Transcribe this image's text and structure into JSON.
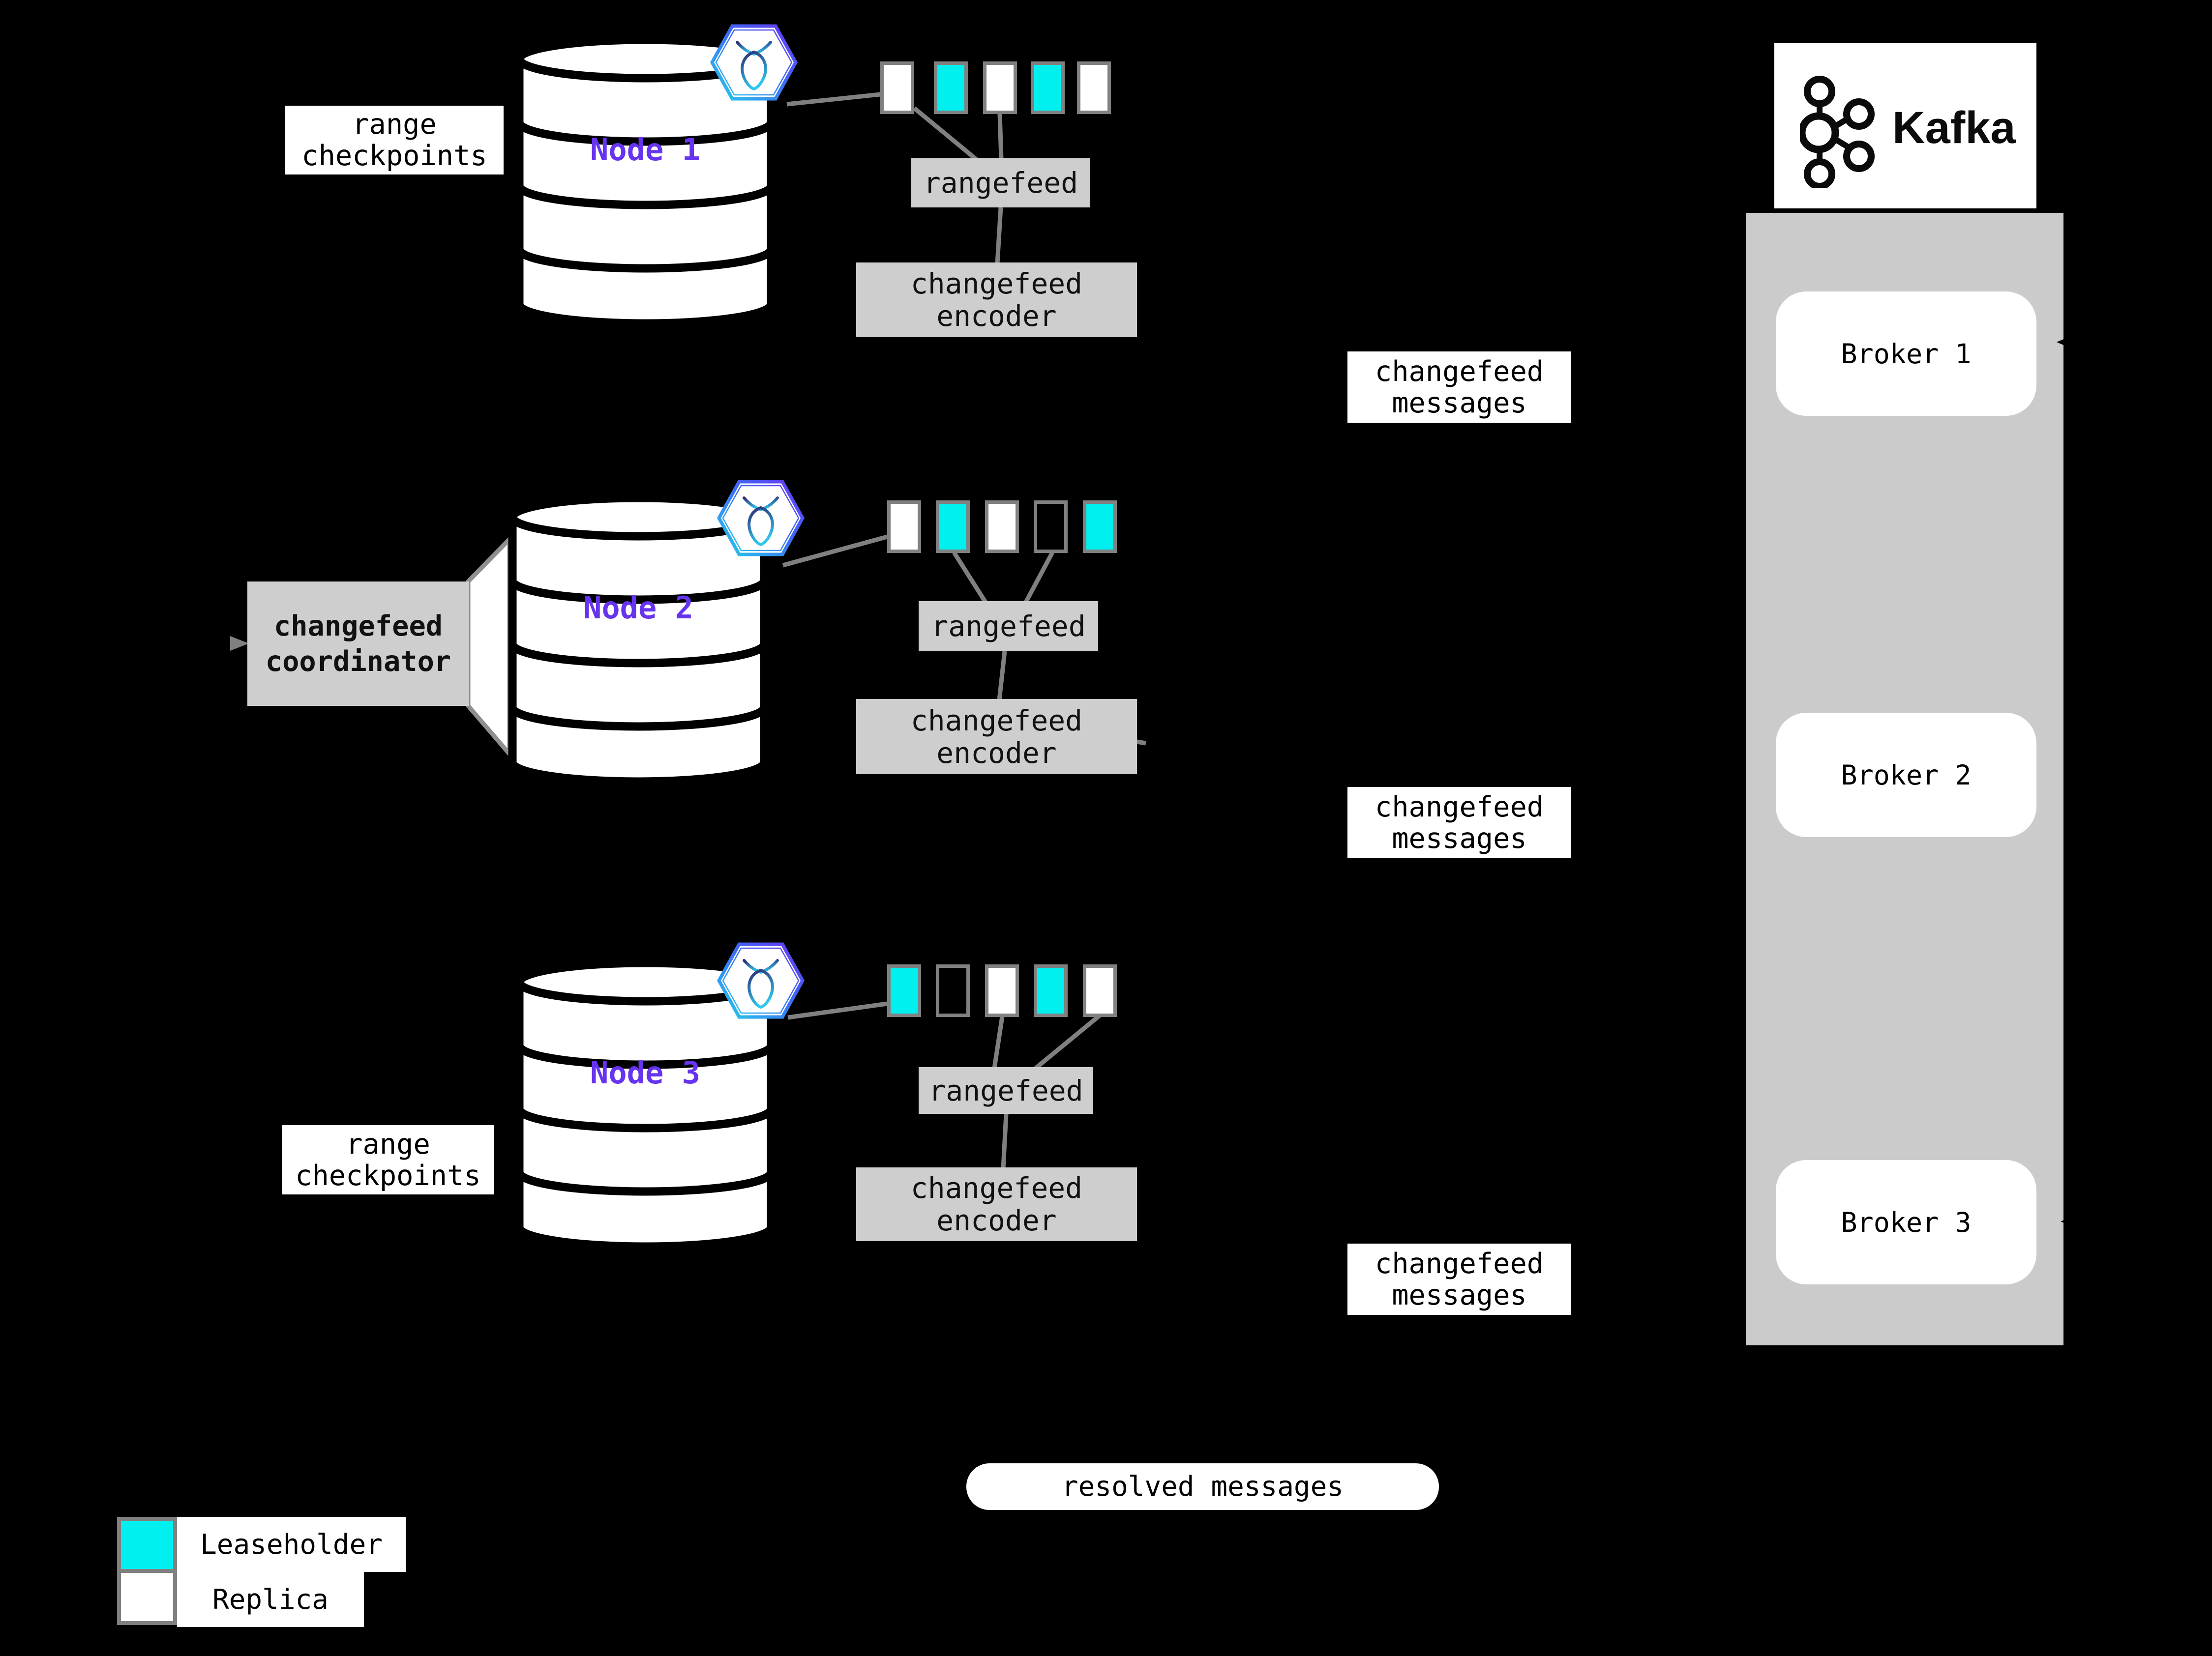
{
  "labels": {
    "range_checkpoints": "range checkpoints",
    "changefeed_coordinator": "changefeed coordinator",
    "changefeed_messages": "changefeed messages",
    "resolved_messages": "resolved messages"
  },
  "nodes": [
    {
      "name": "Node 1",
      "rangefeed_label": "rangefeed",
      "encoder_label": "changefeed encoder",
      "ranges": [
        "replica",
        "leaseholder",
        "replica",
        "leaseholder",
        "replica"
      ]
    },
    {
      "name": "Node 2",
      "rangefeed_label": "rangefeed",
      "encoder_label": "changefeed encoder",
      "ranges": [
        "replica",
        "leaseholder",
        "replica",
        "outline",
        "leaseholder"
      ]
    },
    {
      "name": "Node 3",
      "rangefeed_label": "rangefeed",
      "encoder_label": "changefeed encoder",
      "ranges": [
        "leaseholder",
        "outline",
        "replica",
        "leaseholder",
        "replica"
      ]
    }
  ],
  "kafka": {
    "wordmark": "Kafka",
    "brokers": [
      {
        "label": "Broker 1"
      },
      {
        "label": "Broker 2"
      },
      {
        "label": "Broker 3"
      }
    ]
  },
  "legend": [
    {
      "label": "Leaseholder",
      "kind": "leaseholder"
    },
    {
      "label": "Replica",
      "kind": "replica"
    }
  ],
  "colors": {
    "background": "#000000",
    "leaseholder_fill": "#00F0F0",
    "replica_fill": "#FFFFFF",
    "range_border": "#808080",
    "connector_line": "#808080",
    "box_gray": "#CECECE",
    "kafka_panel_gray": "#CBCBCB",
    "node_label_purple": "#6633EE",
    "crdb_gradient_start": "#27CDEB",
    "crdb_gradient_end": "#6A35F2"
  }
}
